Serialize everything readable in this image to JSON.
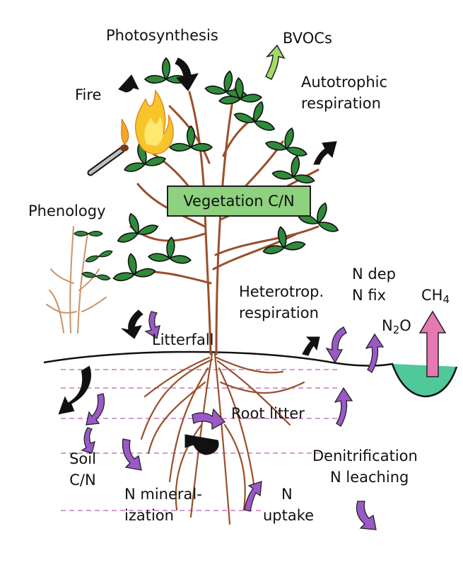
{
  "labels": {
    "photosynthesis": "Photosynthesis",
    "bvocs": "BVOCs",
    "fire": "Fire",
    "autotrophic_1": "Autotrophic",
    "autotrophic_2": "respiration",
    "vegetation": "Vegetation C/N",
    "phenology": "Phenology",
    "n_dep": "N dep",
    "n_fix": "N fix",
    "ch4_main": "CH",
    "ch4_sub": "4",
    "heterotrop_1": "Heterotrop.",
    "heterotrop_2": "respiration",
    "n2o_a": "N",
    "n2o_sub": "2",
    "n2o_b": "O",
    "litterfall": "Litterfall",
    "root_litter": "Root litter",
    "soil_1": "Soil",
    "soil_2": "C/N",
    "denitrification": "Denitrification",
    "n_leaching": "N leaching",
    "n_mineral_1": "N mineral-",
    "n_mineral_2": "ization",
    "n_uptake_1": "N",
    "n_uptake_2": "uptake"
  },
  "colors": {
    "black_arrow": "#111111",
    "purple_arrow": "#9b59c7",
    "green_arrow": "#a6d96a",
    "pink_arrow": "#e678b4",
    "vegetation_box": "#8ed17e",
    "leaf": "#2f8a3a",
    "stem": "#9a4f2b",
    "water": "#4fc89a",
    "soil_layer": "#c77ac0",
    "flame": "#f7c52b"
  }
}
